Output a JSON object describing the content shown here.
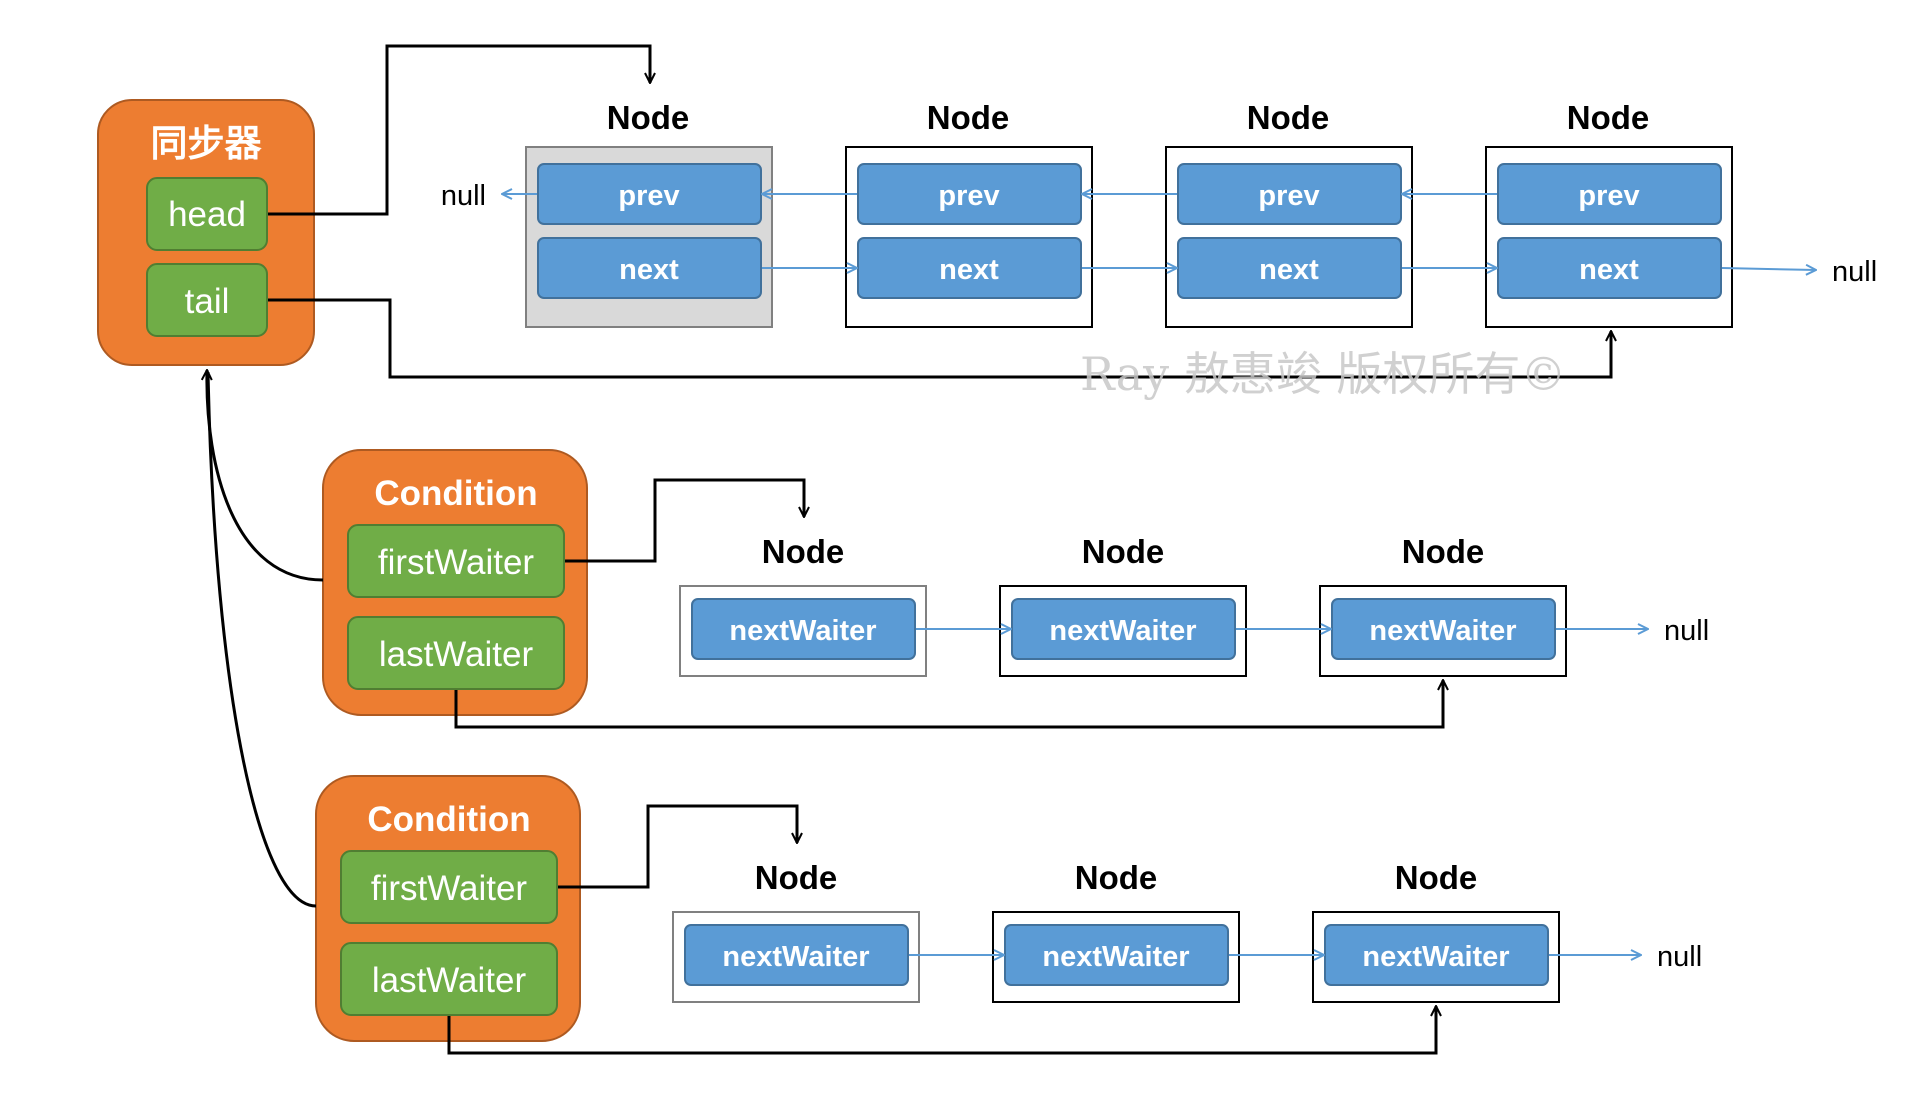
{
  "colors": {
    "owner_fill": "#ed7d31",
    "owner_stroke": "#ae5a21",
    "field_fill": "#70ad47",
    "field_stroke": "#507e32",
    "cell_fill": "#5b9bd5",
    "cell_stroke": "#41719c",
    "head_node_fill": "#d9d9d9",
    "link_line": "#000000",
    "chain_arrow": "#5b9bd5",
    "watermark": "#c8c8c8"
  },
  "sync": {
    "title": "同步器",
    "head_label": "head",
    "tail_label": "tail"
  },
  "sync_queue": {
    "nodes": [
      {
        "title": "Node",
        "prev": "prev",
        "next": "next"
      },
      {
        "title": "Node",
        "prev": "prev",
        "next": "next"
      },
      {
        "title": "Node",
        "prev": "prev",
        "next": "next"
      },
      {
        "title": "Node",
        "prev": "prev",
        "next": "next"
      }
    ],
    "null_left": "null",
    "null_right": "null"
  },
  "conditions": [
    {
      "title": "Condition",
      "first_label": "firstWaiter",
      "last_label": "lastWaiter",
      "nodes": [
        {
          "title": "Node",
          "field": "nextWaiter"
        },
        {
          "title": "Node",
          "field": "nextWaiter"
        },
        {
          "title": "Node",
          "field": "nextWaiter"
        }
      ],
      "null_label": "null"
    },
    {
      "title": "Condition",
      "first_label": "firstWaiter",
      "last_label": "lastWaiter",
      "nodes": [
        {
          "title": "Node",
          "field": "nextWaiter"
        },
        {
          "title": "Node",
          "field": "nextWaiter"
        },
        {
          "title": "Node",
          "field": "nextWaiter"
        }
      ],
      "null_label": "null"
    }
  ],
  "watermark": "Ray 敖惠竣 版权所有©"
}
